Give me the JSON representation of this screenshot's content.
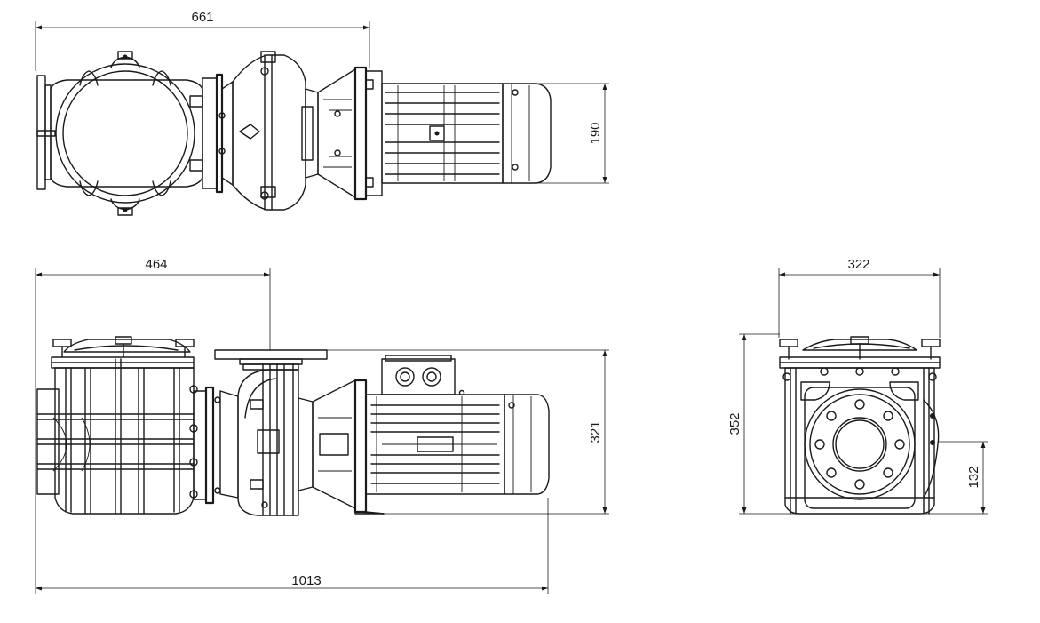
{
  "dimensions": {
    "top_width": "661",
    "top_height": "190",
    "side_width": "464",
    "side_height": "321",
    "total_length": "1013",
    "end_width": "322",
    "end_height": "352",
    "shaft_height": "132"
  },
  "colors": {
    "line": "#1a1a1a",
    "background": "#ffffff"
  }
}
